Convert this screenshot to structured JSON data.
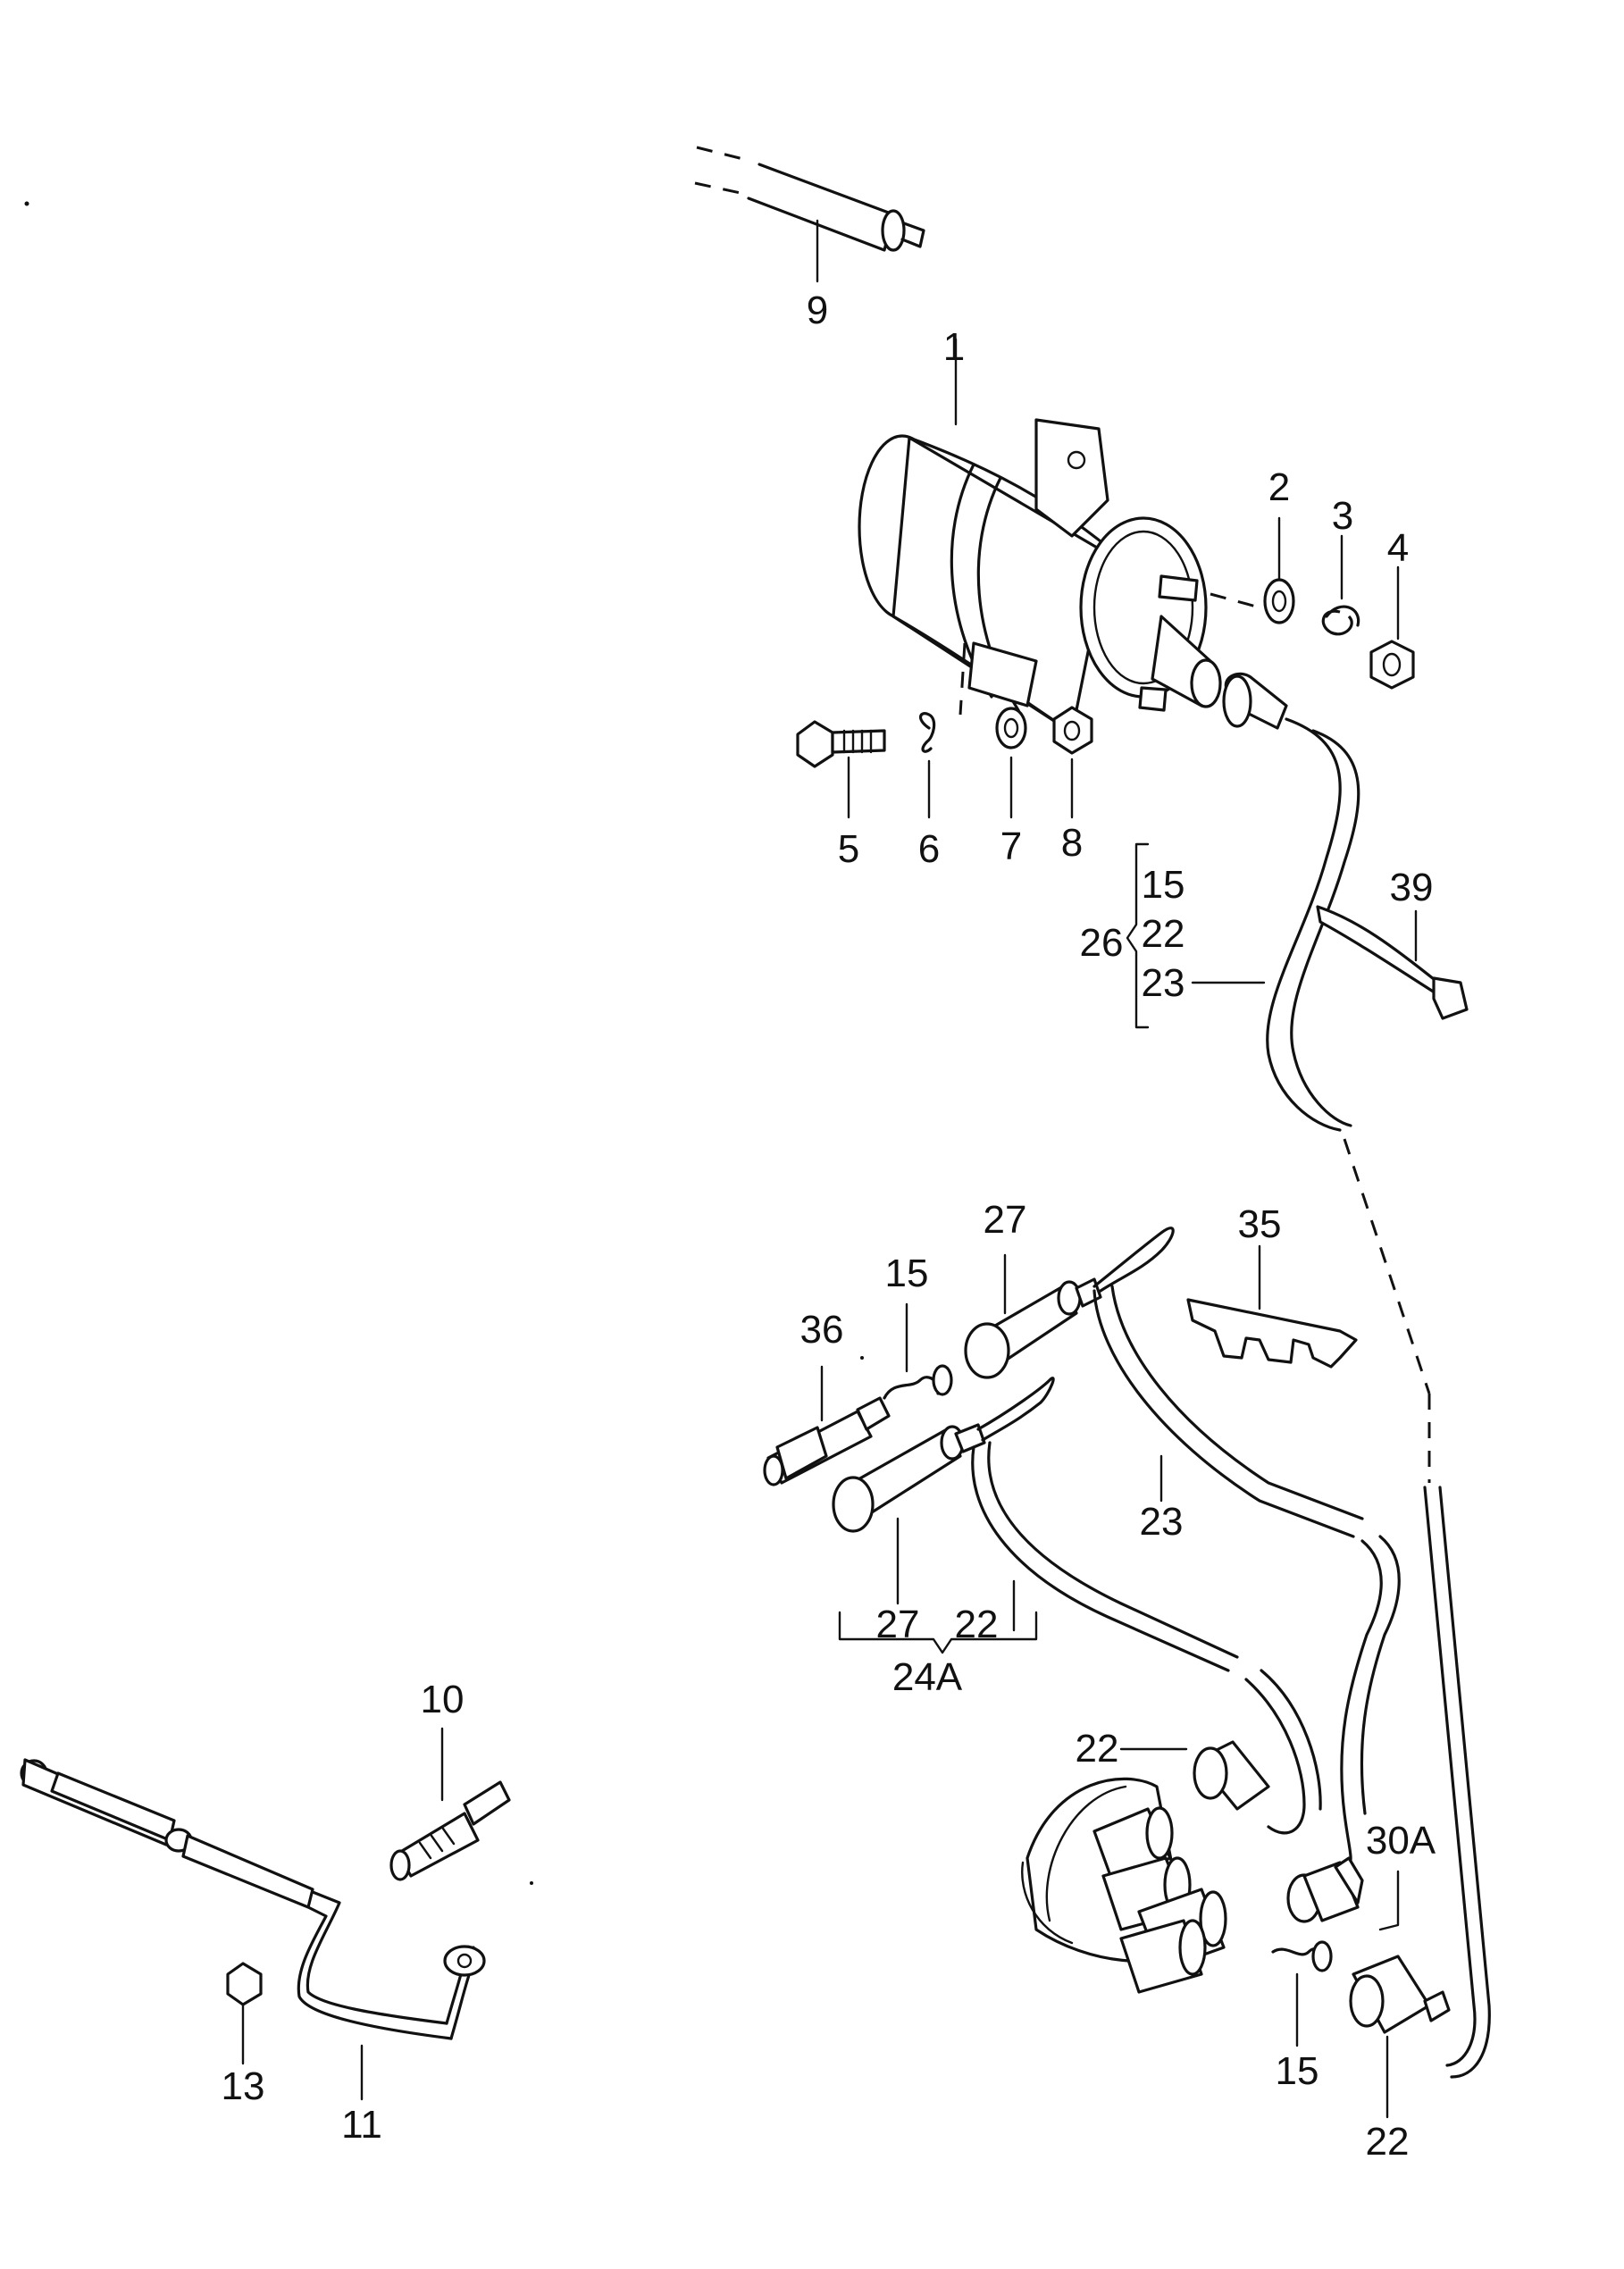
{
  "labels": {
    "l1": "1",
    "l2": "2",
    "l3": "3",
    "l4": "4",
    "l5": "5",
    "l6": "6",
    "l7": "7",
    "l8": "8",
    "l9": "9",
    "l10": "10",
    "l11": "11",
    "l13": "13",
    "l15a": "15",
    "l15b": "15",
    "l15c": "15",
    "l22a": "22",
    "l22b": "22",
    "l22c": "22",
    "l22d": "22",
    "l23a": "23",
    "l23b": "23",
    "l24A": "24A",
    "l26": "26",
    "l27a": "27",
    "l27b": "27",
    "l30A": "30A",
    "l35": "35",
    "l36": "36",
    "l39": "39"
  }
}
